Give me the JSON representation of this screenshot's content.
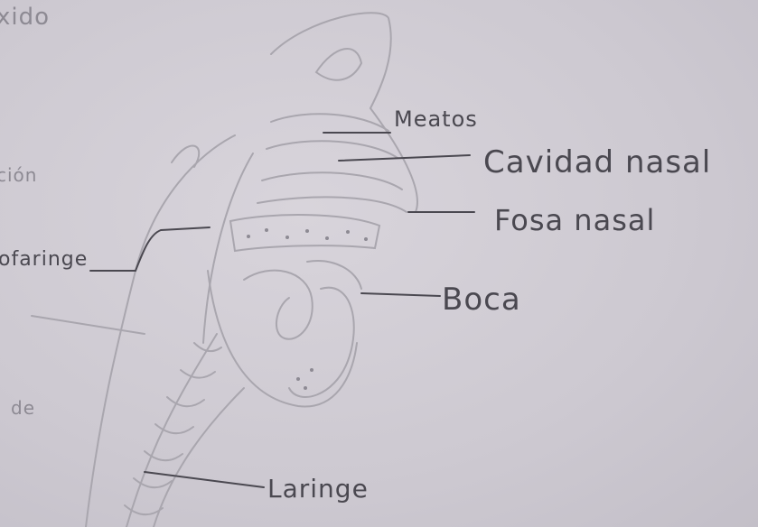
{
  "labels": {
    "meatos": "Meatos",
    "cavidad_nasal": "Cavidad nasal",
    "fosa_nasal": "Fosa nasal",
    "boca": "Boca",
    "laringe": "Laringe",
    "faringe": "ofaringe",
    "top_partial": "xido",
    "left_partial": "ción",
    "bottom_left_partial": "de"
  },
  "colors": {
    "paper": "#cfcbd3",
    "pencil_dark": "#4a4850",
    "pencil_light": "#a9a6ae"
  }
}
